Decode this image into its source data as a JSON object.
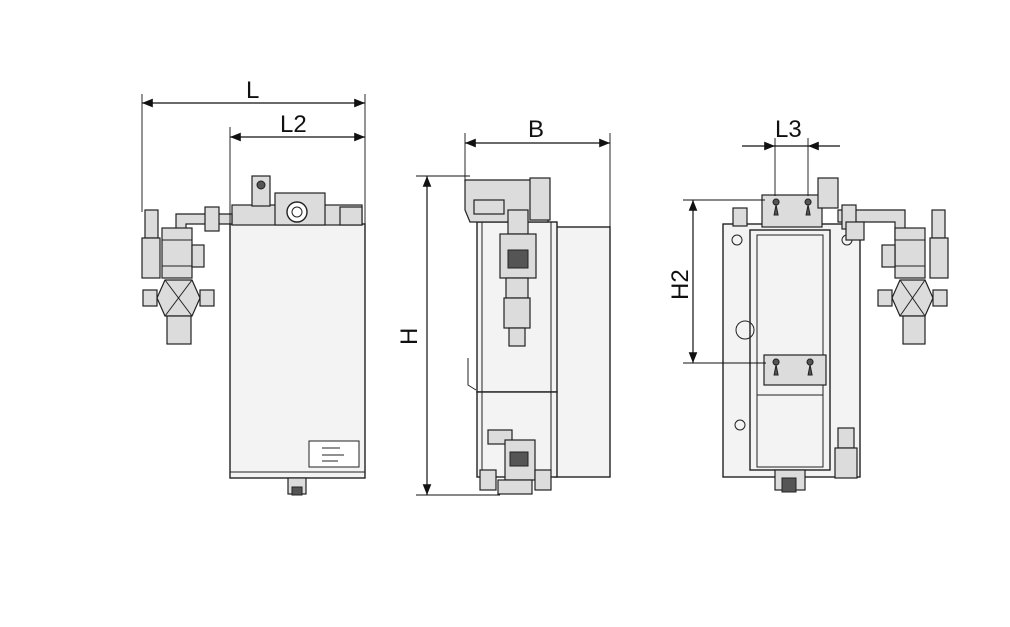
{
  "dimensions": {
    "L": "L",
    "L2": "L2",
    "B": "B",
    "H": "H",
    "H2": "H2",
    "L3": "L3"
  }
}
